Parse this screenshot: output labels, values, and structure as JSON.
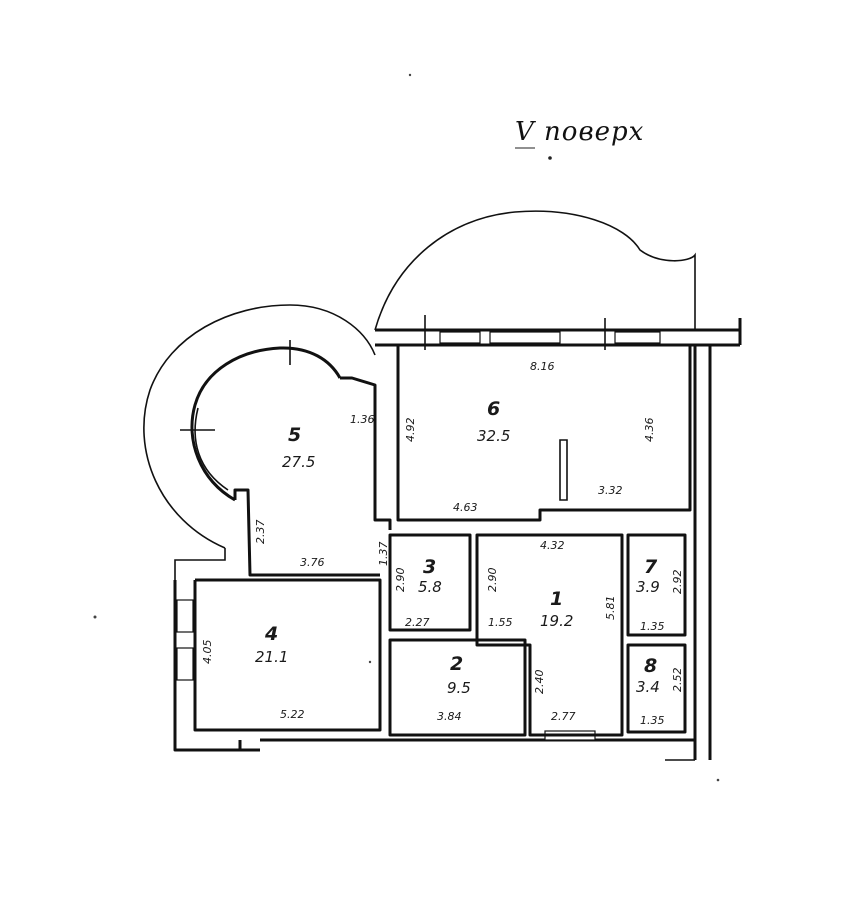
{
  "title": "V поверх",
  "rooms": [
    {
      "num": "1",
      "area": "19.2"
    },
    {
      "num": "2",
      "area": "9.5"
    },
    {
      "num": "3",
      "area": "5.8"
    },
    {
      "num": "4",
      "area": "21.1"
    },
    {
      "num": "5",
      "area": "27.5"
    },
    {
      "num": "6",
      "area": "32.5"
    },
    {
      "num": "7",
      "area": "3.9"
    },
    {
      "num": "8",
      "area": "3.4"
    }
  ],
  "dims": {
    "d_816": "8.16",
    "d_463": "4.63",
    "d_332a": "3.32",
    "d_332b": "4.32",
    "d_376": "3.76",
    "d_136": "1.36",
    "d_227": "2.27",
    "d_155": "1.55",
    "d_522": "5.22",
    "d_384": "3.84",
    "d_277": "2.77",
    "d_135a": "1.35",
    "d_135b": "1.35",
    "d_492": "4.92",
    "d_581": "5.81",
    "d_436": "4.36",
    "d_237": "2.37",
    "d_405": "4.05",
    "d_290a": "2.90",
    "d_290b": "2.90",
    "d_292": "2.92",
    "d_252": "2.52",
    "d_240": "2.40",
    "d_137": "1.37"
  }
}
